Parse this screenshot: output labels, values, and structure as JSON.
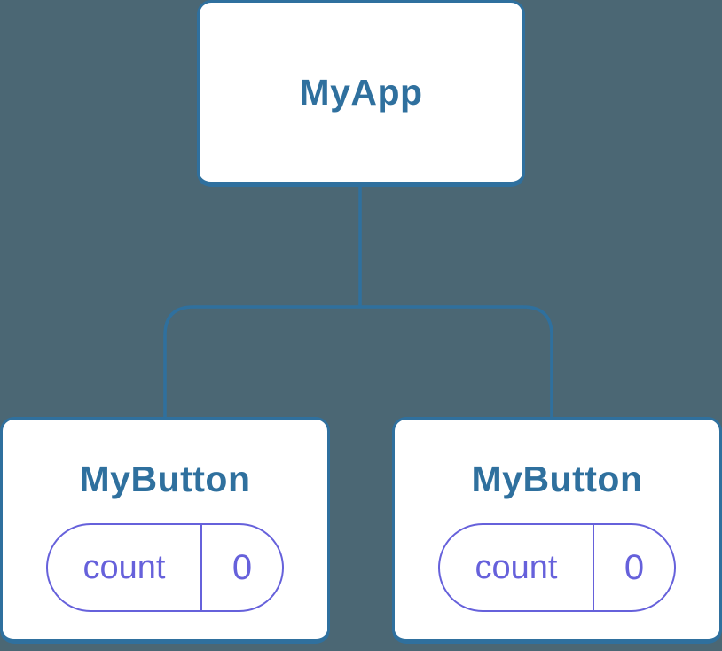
{
  "diagram": {
    "description": "Component tree diagram: a root component with two child components each holding a state pill",
    "root": {
      "label": "MyApp"
    },
    "children": [
      {
        "label": "MyButton",
        "state": {
          "name": "count",
          "value": "0"
        }
      },
      {
        "label": "MyButton",
        "state": {
          "name": "count",
          "value": "0"
        }
      }
    ]
  },
  "colors": {
    "background": "#4B6774",
    "node_blue": "#2F709E",
    "state_purple": "#6661DB",
    "node_fill": "#FFFFFF"
  }
}
